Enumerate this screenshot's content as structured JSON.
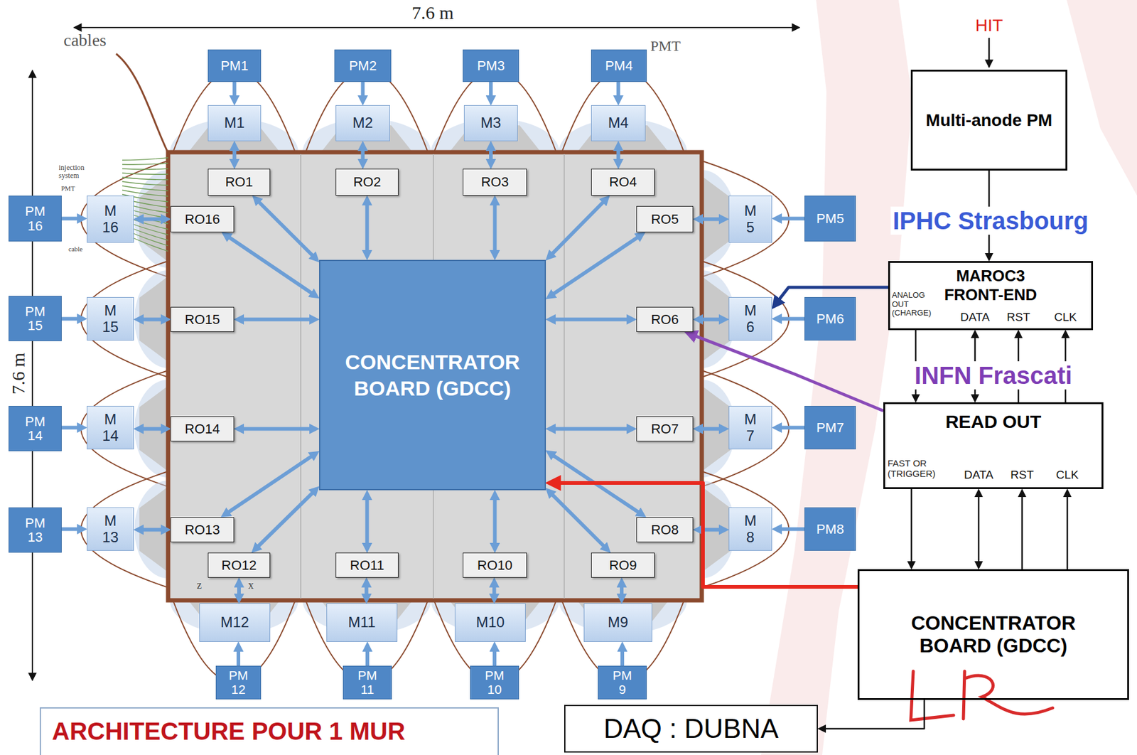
{
  "diagram": {
    "caption": "ARCHITECTURE POUR 1 MUR",
    "nodes": [
      {
        "text": [
          "CONCENTRATOR BOARD (GDCC)"
        ]
      },
      {
        "text": [
          "PM1"
        ]
      },
      {
        "text": [
          "PM2"
        ]
      },
      {
        "text": [
          "PM3"
        ]
      },
      {
        "text": [
          "PM4"
        ]
      },
      {
        "text": [
          "PM5"
        ]
      },
      {
        "text": [
          "PM6"
        ]
      },
      {
        "text": [
          "PM7"
        ]
      },
      {
        "text": [
          "PM8"
        ]
      },
      {
        "text": [
          "PM 9"
        ]
      },
      {
        "text": [
          "PM 10"
        ]
      },
      {
        "text": [
          "PM 11"
        ]
      },
      {
        "text": [
          "PM 12"
        ]
      },
      {
        "text": [
          "PM 13"
        ]
      },
      {
        "text": [
          "PM 14"
        ]
      },
      {
        "text": [
          "PM 15"
        ]
      },
      {
        "text": [
          "PM 16"
        ]
      },
      {
        "text": [
          "M1"
        ]
      },
      {
        "text": [
          "M2"
        ]
      },
      {
        "text": [
          "M3"
        ]
      },
      {
        "text": [
          "M4"
        ]
      },
      {
        "text": [
          "M 5"
        ]
      },
      {
        "text": [
          "M 6"
        ]
      },
      {
        "text": [
          "M 7"
        ]
      },
      {
        "text": [
          "M 8"
        ]
      },
      {
        "text": [
          "M9"
        ]
      },
      {
        "text": [
          "M10"
        ]
      },
      {
        "text": [
          "M11"
        ]
      },
      {
        "text": [
          "M12"
        ]
      },
      {
        "text": [
          "M 13"
        ]
      },
      {
        "text": [
          "M 14"
        ]
      },
      {
        "text": [
          "M 15"
        ]
      },
      {
        "text": [
          "M 16"
        ]
      },
      {
        "text": [
          "RO1"
        ]
      },
      {
        "text": [
          "RO2"
        ]
      },
      {
        "text": [
          "RO3"
        ]
      },
      {
        "text": [
          "RO4"
        ]
      },
      {
        "text": [
          "RO5"
        ]
      },
      {
        "text": [
          "RO6"
        ]
      },
      {
        "text": [
          "RO7"
        ]
      },
      {
        "text": [
          "RO8"
        ]
      },
      {
        "text": [
          "RO9"
        ]
      },
      {
        "text": [
          "RO10"
        ]
      },
      {
        "text": [
          "RO11"
        ]
      },
      {
        "text": [
          "RO12"
        ]
      },
      {
        "text": [
          "RO13"
        ]
      },
      {
        "text": [
          "RO14"
        ]
      },
      {
        "text": [
          "RO15"
        ]
      },
      {
        "text": [
          "RO16"
        ]
      },
      {
        "text": [
          "Multi-anode PM"
        ]
      },
      {
        "text": [
          "IPHC Strasbourg",
          "MAROC3 FRONT-END"
        ]
      },
      {
        "text": [
          "INFN Frascati",
          "READ OUT"
        ]
      },
      {
        "text": [
          "CONCENTRATOR BOARD (GDCC)"
        ]
      },
      {
        "text": [
          "DAQ : DUBNA"
        ]
      }
    ],
    "edges": [
      {
        "from": 1,
        "to": 17,
        "arrow": "to"
      },
      {
        "from": 2,
        "to": 18,
        "arrow": "to"
      },
      {
        "from": 3,
        "to": 19,
        "arrow": "to"
      },
      {
        "from": 4,
        "to": 20,
        "arrow": "to"
      },
      {
        "from": 5,
        "to": 21,
        "arrow": "to"
      },
      {
        "from": 6,
        "to": 22,
        "arrow": "to"
      },
      {
        "from": 7,
        "to": 23,
        "arrow": "to"
      },
      {
        "from": 8,
        "to": 24,
        "arrow": "to"
      },
      {
        "from": 9,
        "to": 25,
        "arrow": "to"
      },
      {
        "from": 10,
        "to": 26,
        "arrow": "to"
      },
      {
        "from": 11,
        "to": 27,
        "arrow": "to"
      },
      {
        "from": 12,
        "to": 28,
        "arrow": "to"
      },
      {
        "from": 13,
        "to": 29,
        "arrow": "to"
      },
      {
        "from": 14,
        "to": 30,
        "arrow": "to"
      },
      {
        "from": 15,
        "to": 31,
        "arrow": "to"
      },
      {
        "from": 16,
        "to": 32,
        "arrow": "to"
      },
      {
        "from": 17,
        "to": 33,
        "arrow": "both"
      },
      {
        "from": 18,
        "to": 34,
        "arrow": "both"
      },
      {
        "from": 19,
        "to": 35,
        "arrow": "both"
      },
      {
        "from": 20,
        "to": 36,
        "arrow": "both"
      },
      {
        "from": 21,
        "to": 37,
        "arrow": "both"
      },
      {
        "from": 22,
        "to": 38,
        "arrow": "both"
      },
      {
        "from": 23,
        "to": 39,
        "arrow": "both"
      },
      {
        "from": 24,
        "to": 40,
        "arrow": "both"
      },
      {
        "from": 25,
        "to": 41,
        "arrow": "both"
      },
      {
        "from": 26,
        "to": 42,
        "arrow": "both"
      },
      {
        "from": 27,
        "to": 43,
        "arrow": "both"
      },
      {
        "from": 28,
        "to": 44,
        "arrow": "both"
      },
      {
        "from": 29,
        "to": 45,
        "arrow": "both"
      },
      {
        "from": 30,
        "to": 46,
        "arrow": "both"
      },
      {
        "from": 31,
        "to": 47,
        "arrow": "both"
      },
      {
        "from": 32,
        "to": 48,
        "arrow": "both"
      },
      {
        "from": 33,
        "to": 0,
        "arrow": "both"
      },
      {
        "from": 34,
        "to": 0,
        "arrow": "both"
      },
      {
        "from": 35,
        "to": 0,
        "arrow": "both"
      },
      {
        "from": 36,
        "to": 0,
        "arrow": "both"
      },
      {
        "from": 37,
        "to": 0,
        "arrow": "both"
      },
      {
        "from": 38,
        "to": 0,
        "arrow": "both"
      },
      {
        "from": 39,
        "to": 0,
        "arrow": "both"
      },
      {
        "from": 40,
        "to": 0,
        "arrow": "both"
      },
      {
        "from": 41,
        "to": 0,
        "arrow": "both"
      },
      {
        "from": 42,
        "to": 0,
        "arrow": "both"
      },
      {
        "from": 43,
        "to": 0,
        "arrow": "both"
      },
      {
        "from": 44,
        "to": 0,
        "arrow": "both"
      },
      {
        "from": 45,
        "to": 0,
        "arrow": "both"
      },
      {
        "from": 46,
        "to": 0,
        "arrow": "both"
      },
      {
        "from": 47,
        "to": 0,
        "arrow": "both"
      },
      {
        "from": 48,
        "to": 0,
        "arrow": "both"
      },
      {
        "from": 49,
        "to": 50,
        "arrow": "to"
      },
      {
        "from": 50,
        "to": 51,
        "arrow": "to"
      },
      {
        "from": 50,
        "to": 51,
        "arrow": "both"
      },
      {
        "from": 51,
        "to": 50,
        "arrow": "to"
      },
      {
        "from": 51,
        "to": 50,
        "arrow": "to"
      },
      {
        "from": 51,
        "to": 52,
        "arrow": "to"
      },
      {
        "from": 51,
        "to": 52,
        "arrow": "both"
      },
      {
        "from": 52,
        "to": 51,
        "arrow": "to"
      },
      {
        "from": 52,
        "to": 51,
        "arrow": "to"
      },
      {
        "from": 52,
        "to": 53,
        "arrow": "to"
      },
      {
        "from": 50,
        "to": 22,
        "arrow": "to"
      },
      {
        "from": 51,
        "to": 38,
        "arrow": "to"
      },
      {
        "from": 52,
        "to": 0,
        "arrow": "to"
      }
    ],
    "labels": [
      "7.6 m",
      "7.6 m",
      "cables",
      "PMT",
      "injection system",
      "PMT",
      "cable",
      "z",
      "x",
      "HIT",
      "ANALOG OUT (CHARGE)",
      "DATA",
      "RST",
      "CLK",
      "FAST OR (TRIGGER)",
      "DATA",
      "RST",
      "CLK"
    ]
  }
}
